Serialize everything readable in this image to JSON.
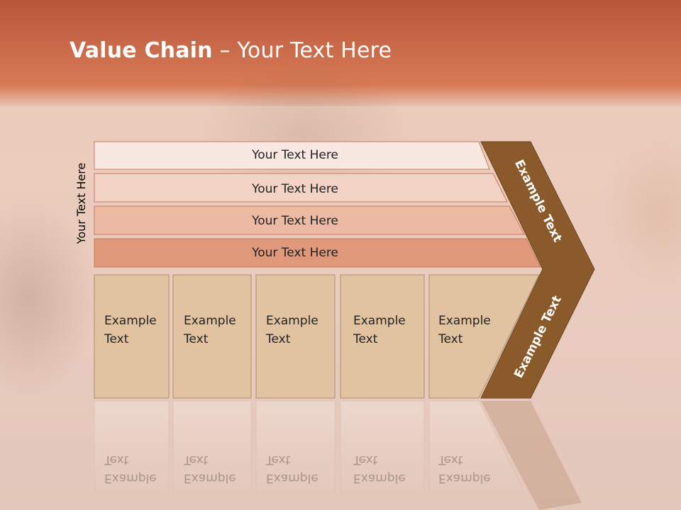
{
  "slide": {
    "title_bold": "Value Chain",
    "title_rest": " – Your Text Here",
    "side_label": "Your Text Here"
  },
  "support_rows": [
    {
      "label": "Your Text Here",
      "fill": "#f8e8e1"
    },
    {
      "label": "Your Text Here",
      "fill": "#f3d3c5"
    },
    {
      "label": "Your Text Here",
      "fill": "#ecb9a3"
    },
    {
      "label": "Your Text Here",
      "fill": "#e0987b"
    }
  ],
  "primary_boxes": [
    {
      "line1": "Example",
      "line2": "Text"
    },
    {
      "line1": "Example",
      "line2": "Text"
    },
    {
      "line1": "Example",
      "line2": "Text"
    },
    {
      "line1": "Example",
      "line2": "Text"
    },
    {
      "line1": "Example",
      "line2": "Text"
    }
  ],
  "margin_labels": {
    "upper": "Example Text",
    "lower": "Example Text"
  },
  "colors": {
    "box_fill": "#e2c3a1",
    "arrow_fill": "#8b5a2b",
    "row_stroke": "#c97a5c"
  }
}
